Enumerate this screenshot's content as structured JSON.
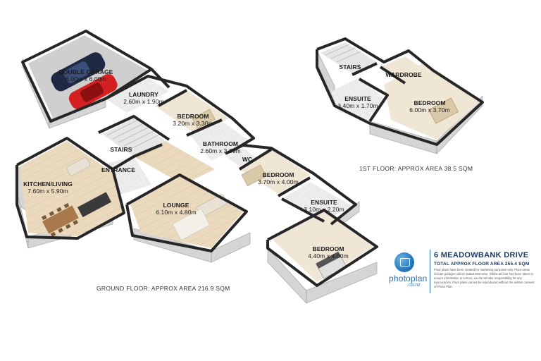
{
  "title": "6 MEADOWBANK DRIVE",
  "total_area": "TOTAL APPROX FLOOR AREA 255.4 SQM",
  "disclaimer": "Floor plans have been created for marketing purposes only. Floor areas include garages unless stated otherwise. Whilst all care has been taken to ensure information is correct, we do not take responsibility for any inaccuracies. Floor plans cannot be reproduced without the written consent of Photo Plan.",
  "brand": {
    "name": "photoplan",
    "domain": ".co.nz"
  },
  "ground_floor": {
    "area_label": "GROUND FLOOR: APPROX AREA 216.9 SQM",
    "rooms": [
      {
        "name": "DOUBLE GARAGE",
        "size": "6.00m x 6.00m"
      },
      {
        "name": "LAUNDRY",
        "size": "2.60m x 1.90m"
      },
      {
        "name": "BEDROOM",
        "size": "3.20m x 3.30m"
      },
      {
        "name": "BATHROOM",
        "size": "2.60m x 3.20m"
      },
      {
        "name": "STAIRS",
        "size": ""
      },
      {
        "name": "ENTRANCE",
        "size": ""
      },
      {
        "name": "WC",
        "size": ""
      },
      {
        "name": "KITCHEN/LIVING",
        "size": "7.60m x 5.90m"
      },
      {
        "name": "LOUNGE",
        "size": "6.10m x 4.80m"
      },
      {
        "name": "BEDROOM",
        "size": "3.70m x 4.00m"
      },
      {
        "name": "ENSUITE",
        "size": "3.10m x 2.20m"
      },
      {
        "name": "BEDROOM",
        "size": "4.40m x 4.00m"
      }
    ]
  },
  "first_floor": {
    "area_label": "1ST FLOOR: APPROX AREA 38.5 SQM",
    "rooms": [
      {
        "name": "STAIRS",
        "size": ""
      },
      {
        "name": "WARDROBE",
        "size": ""
      },
      {
        "name": "ENSUITE",
        "size": "3.40m x 1.70m"
      },
      {
        "name": "BEDROOM",
        "size": "6.00m x 3.70m"
      }
    ]
  },
  "colors": {
    "wall_top": "#2a2a2a",
    "wall_face": "#d9d9d9",
    "floor_timber": "#e8dcc6",
    "floor_tile": "#ececec",
    "floor_carpet": "#efe6d6",
    "garage_floor": "#cfcfcf",
    "brand_blue": "#2f6fa8",
    "car_red": "#d42020",
    "car_dark": "#1e2a44"
  }
}
